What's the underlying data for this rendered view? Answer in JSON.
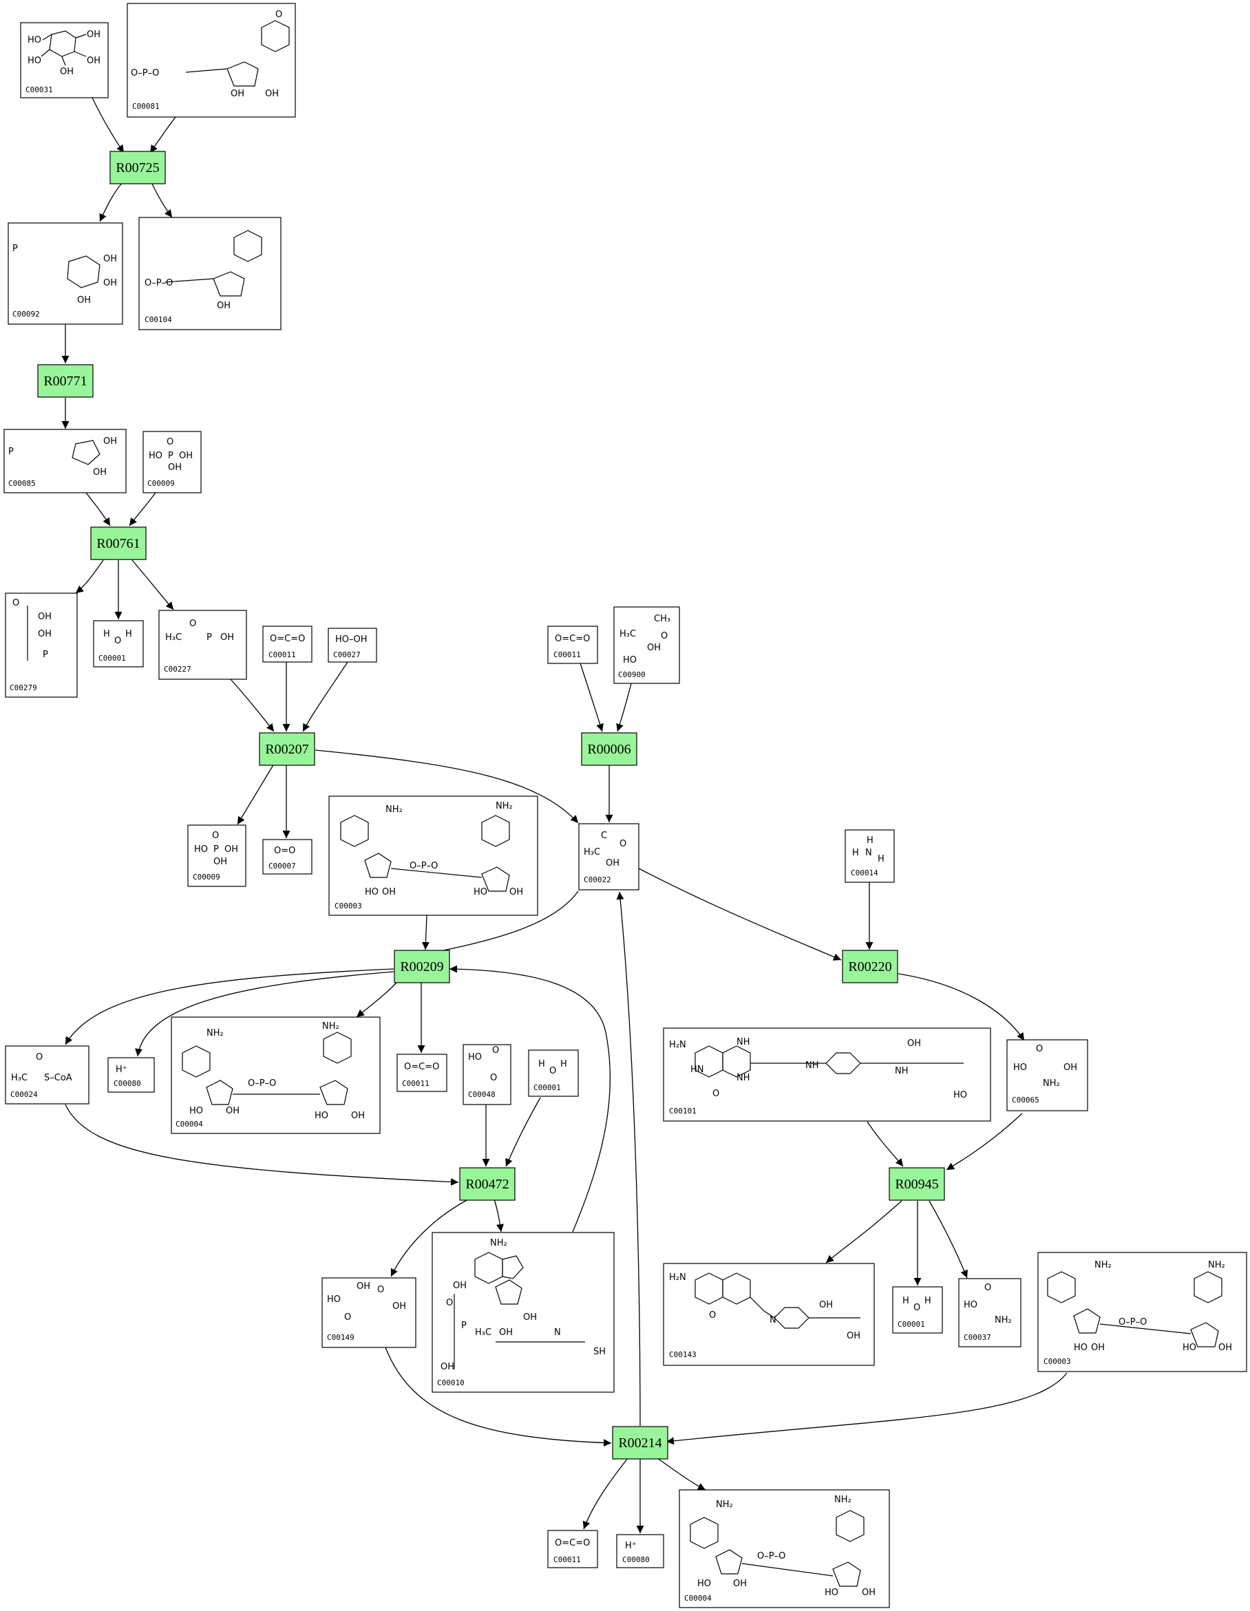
{
  "reactions": [
    {
      "id": "R00725"
    },
    {
      "id": "R00771"
    },
    {
      "id": "R00761"
    },
    {
      "id": "R00207"
    },
    {
      "id": "R00006"
    },
    {
      "id": "R00209"
    },
    {
      "id": "R00220"
    },
    {
      "id": "R00472"
    },
    {
      "id": "R00945"
    },
    {
      "id": "R00214"
    }
  ],
  "compounds": [
    {
      "id": "C00031"
    },
    {
      "id": "C00081"
    },
    {
      "id": "C00092"
    },
    {
      "id": "C00104"
    },
    {
      "id": "C00085"
    },
    {
      "id": "C00009"
    },
    {
      "id": "C00279"
    },
    {
      "id": "C00001"
    },
    {
      "id": "C00227"
    },
    {
      "id": "C00011"
    },
    {
      "id": "C00027"
    },
    {
      "id": "C00011"
    },
    {
      "id": "C00900"
    },
    {
      "id": "C00009"
    },
    {
      "id": "C00007"
    },
    {
      "id": "C00003"
    },
    {
      "id": "C00022"
    },
    {
      "id": "C00014"
    },
    {
      "id": "C00024"
    },
    {
      "id": "C00080"
    },
    {
      "id": "C00004"
    },
    {
      "id": "C00011"
    },
    {
      "id": "C00048"
    },
    {
      "id": "C00001"
    },
    {
      "id": "C00101"
    },
    {
      "id": "C00065"
    },
    {
      "id": "C00149"
    },
    {
      "id": "C00010"
    },
    {
      "id": "C00143"
    },
    {
      "id": "C00001"
    },
    {
      "id": "C00037"
    },
    {
      "id": "C00003"
    },
    {
      "id": "C00011"
    },
    {
      "id": "C00080"
    },
    {
      "id": "C00004"
    }
  ],
  "structure_text": {
    "c00001": "H",
    "c00001_o": "O",
    "c00011": "O=C=O",
    "c00027": "HO–OH",
    "c00007": "O=O",
    "c00080": "H⁺",
    "c00014_h": "H",
    "c00014_n": "N",
    "c00009_p": "P",
    "c00009_oh": "OH",
    "c00009_ho": "HO",
    "c00009_o": "O",
    "c00024": "S–CoA",
    "c00024_h3c": "H₃C",
    "oh": "OH",
    "ho": "HO",
    "nh2": "NH₂",
    "h2n": "H₂N",
    "h3c": "H₃C",
    "ch3": "CH₃",
    "sh": "SH",
    "nh": "NH",
    "hn": "HN",
    "n": "N",
    "o": "O",
    "p": "P",
    "opo": "O–P–O",
    "pyruvate": "O",
    "methyl": "C"
  },
  "colors": {
    "reaction_fill": "#99f599",
    "box_stroke": "#000000",
    "edge": "#000000"
  }
}
